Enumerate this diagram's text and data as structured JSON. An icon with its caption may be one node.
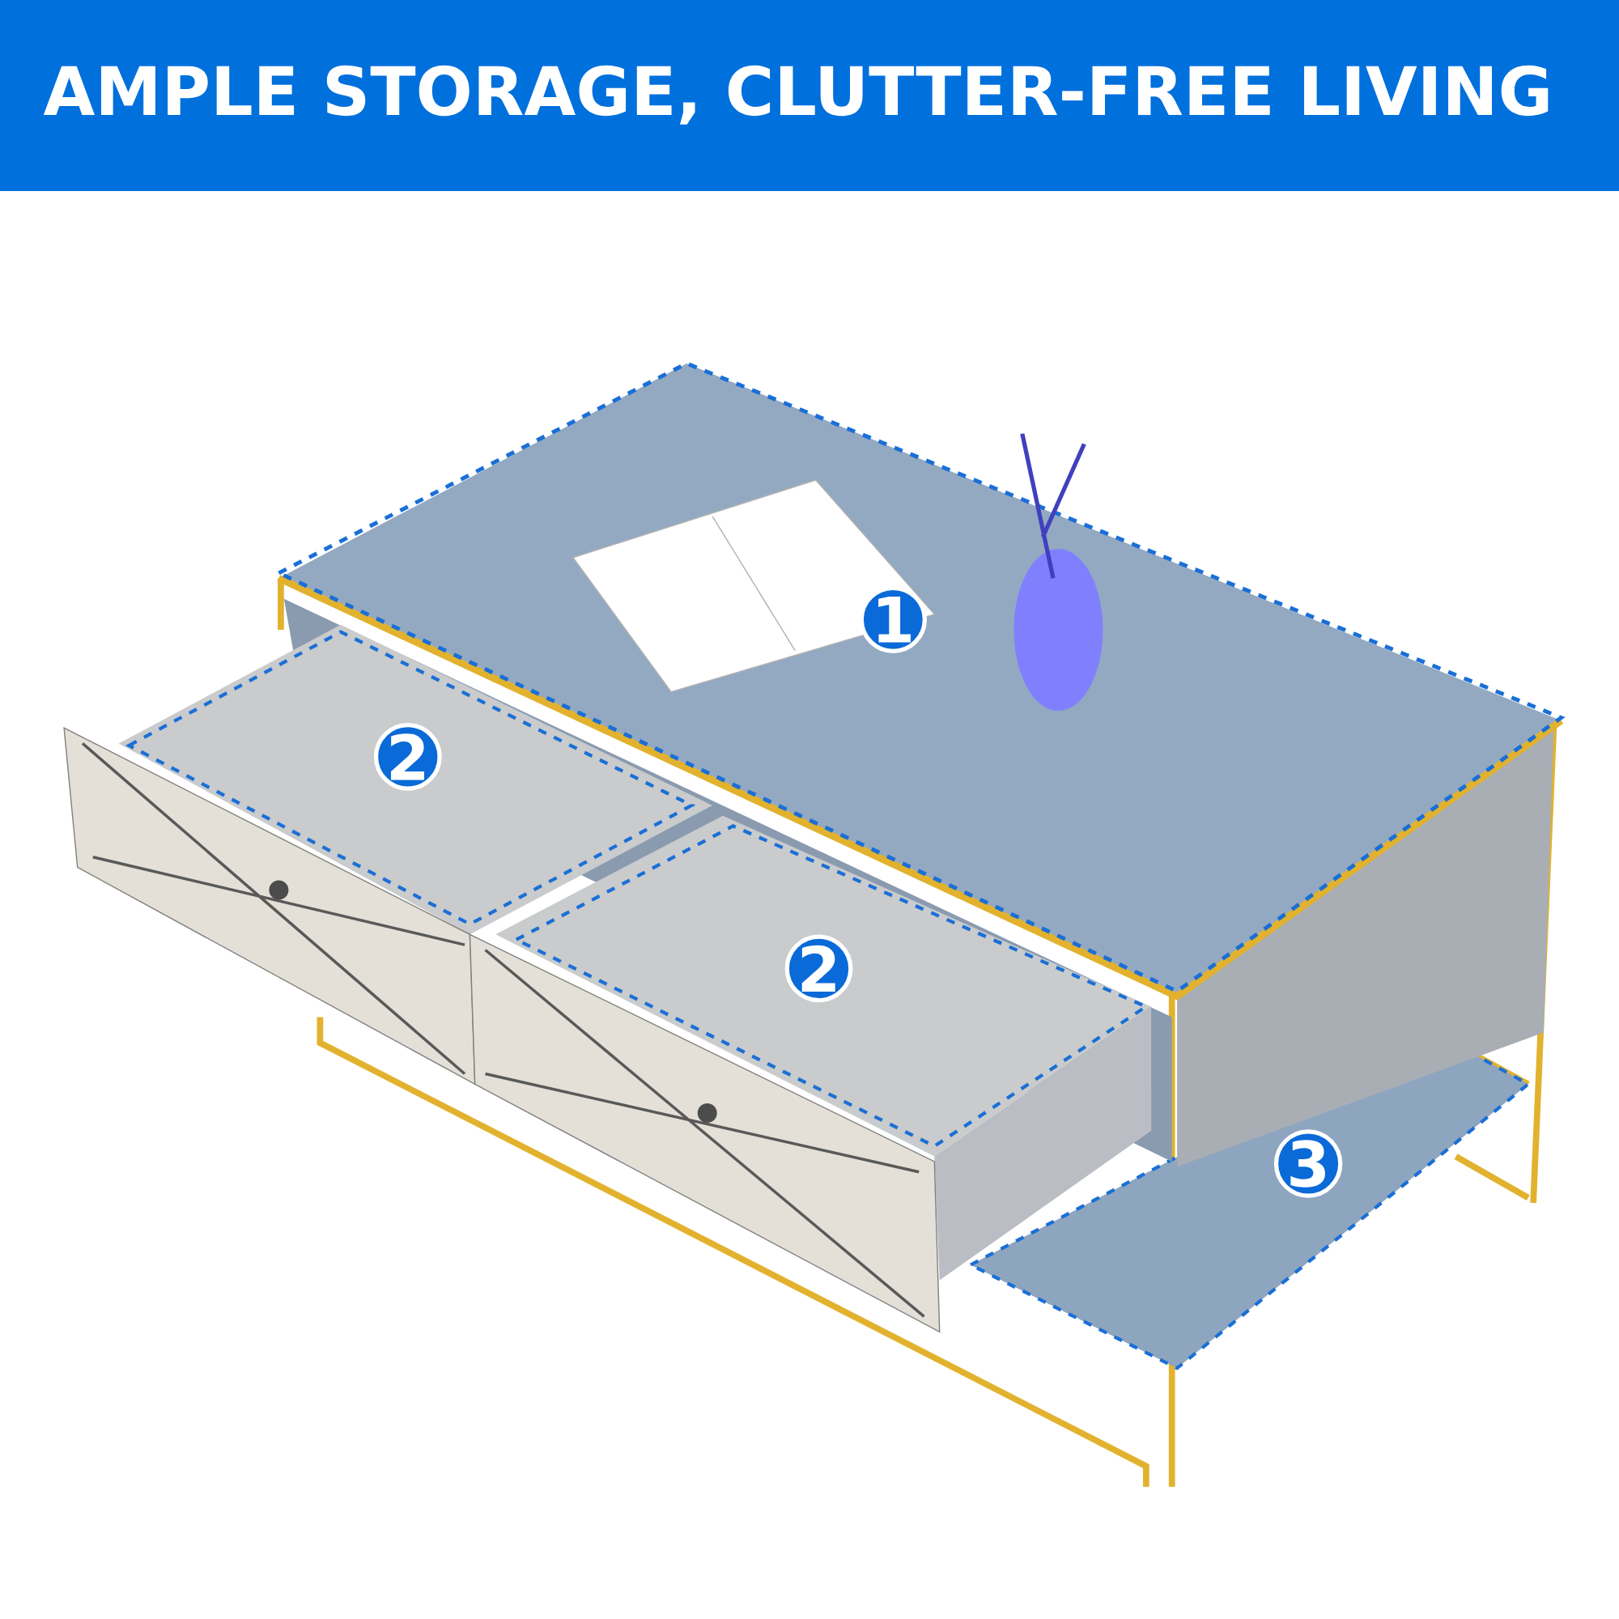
{
  "diagram": {
    "title": "AMPLE STORAGE, CLUTTER-FREE LIVING",
    "labels": [
      "1",
      "2",
      "2",
      "3"
    ]
  }
}
